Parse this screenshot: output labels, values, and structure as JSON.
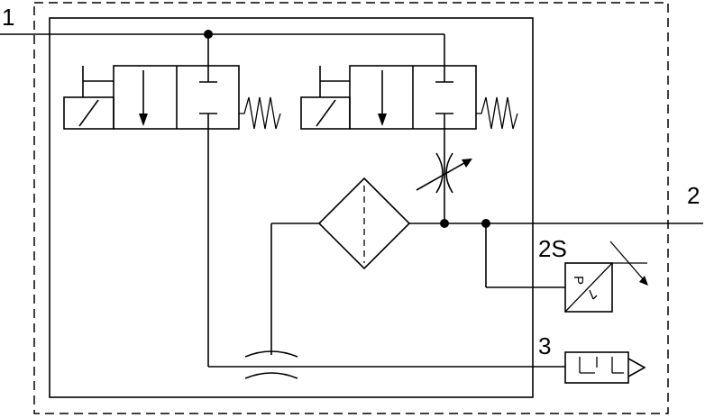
{
  "ports": {
    "port1": "1",
    "port2": "2",
    "port2s": "2S",
    "port3": "3"
  },
  "sensor": {
    "p_label": "P"
  }
}
